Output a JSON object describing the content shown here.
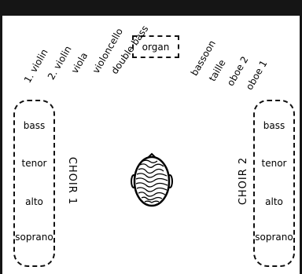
{
  "organ": "organ",
  "strings_left": [
    "1. violin",
    "2. violin",
    "viola",
    "violoncello",
    "double bass"
  ],
  "winds_right": [
    "bassoon",
    "taille",
    "oboe 2",
    "oboe 1"
  ],
  "choir1": {
    "title": "CHOIR 1",
    "voices": [
      "bass",
      "tenor",
      "alto",
      "soprano"
    ]
  },
  "choir2": {
    "title": "CHOIR 2",
    "voices": [
      "bass",
      "tenor",
      "alto",
      "soprano"
    ]
  },
  "icons": {
    "listener": "head-top-view-icon"
  }
}
